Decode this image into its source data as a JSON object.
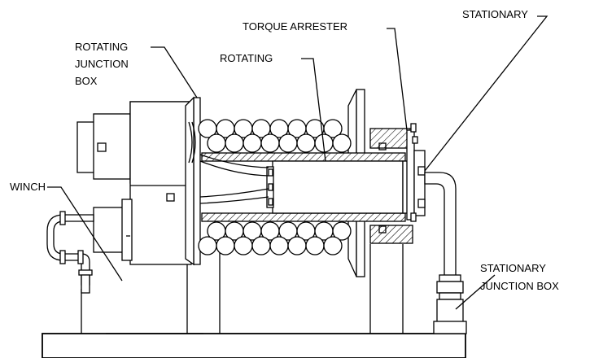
{
  "labels": {
    "torque_arrester": "TORQUE ARRESTER",
    "stationary": "STATIONARY",
    "rotating_jb_1": "ROTATING",
    "rotating_jb_2": "JUNCTION",
    "rotating_jb_3": "BOX",
    "rotating": "ROTATING",
    "winch": "WINCH",
    "stationary_jb_1": "STATIONARY",
    "stationary_jb_2": "JUNCTION BOX"
  }
}
